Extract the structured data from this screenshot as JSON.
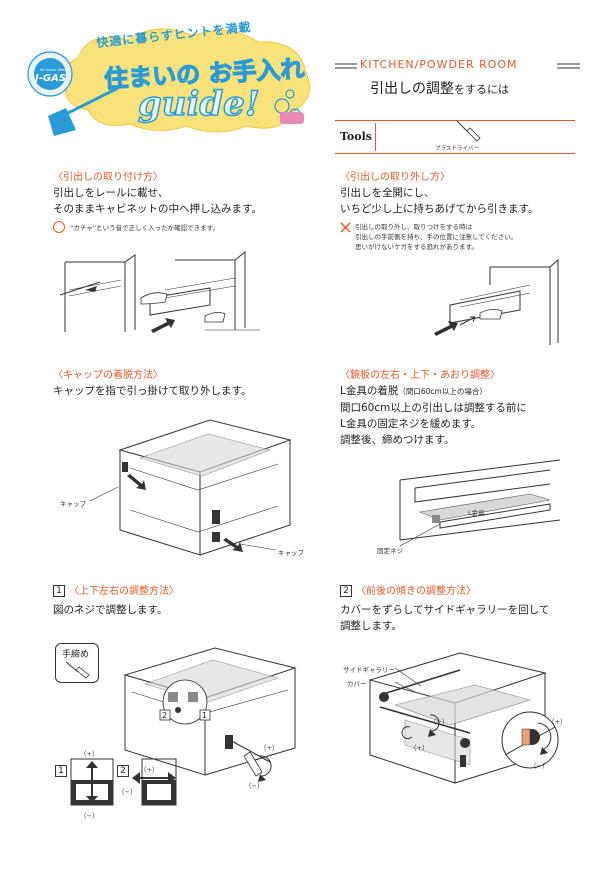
{
  "header": {
    "tagline": "快適に暮らすヒントを満載",
    "title_line1": "住まいの お手入れ",
    "title_line2": "guide!",
    "badge_small": "for future lifestyle",
    "badge_main": "J-GAS",
    "category": "KITCHEN/POWDER ROOM",
    "headline_a": "引出しの調整",
    "headline_b": "をするには"
  },
  "tools": {
    "label": "Tools",
    "item": "プラスドライバー"
  },
  "sections": {
    "attach": {
      "title": "〈引出しの取り付け方〉",
      "line1": "引出しをレールに載せ、",
      "line2": "そのままキャビネットの中へ押し込みます。",
      "note": "“カチャ”という音で正しく入ったか確認できます。"
    },
    "remove": {
      "title": "〈引出しの取り外し方〉",
      "line1": "引出しを全開にし、",
      "line2": "いちど少し上に持ちあげてから引きます。",
      "note1": "引出しの取り外し、取りつけをする時は",
      "note2": "引出しの手前側を持ち、手の位置に注意してください。",
      "note3": "思いがけないケガをする恐れがあります。"
    },
    "cap": {
      "title": "〈キャップの着脱方法〉",
      "line1": "キャップを指で引っ掛けて取り外します。",
      "label_left": "キャップ",
      "label_right": "キャップ"
    },
    "mirror": {
      "title": "〈鏡板の左右・上下・あおり調整〉",
      "line1": "L金具の着脱",
      "line1_small": "（間口60cm以上の場合）",
      "line2": "間口60cm以上の引出しは調整する前に",
      "line3": "L金具の固定ネジを緩めます。",
      "line4": "調整後、締めつけます。",
      "label_bracket": "L金具",
      "label_screw": "固定ネジ"
    },
    "adjust_ud_lr": {
      "num": "1",
      "title": "〈上下左右の調整方法〉",
      "line1": "図のネジで調整します。",
      "tighten": "手締め",
      "plus": "（+）",
      "minus": "（−）",
      "box1": "1",
      "box2": "2"
    },
    "adjust_tilt": {
      "num": "2",
      "title": "〈前後の傾きの調整方法〉",
      "line1": "カバーをずらしてサイドギャラリーを回して",
      "line2": "調整します。",
      "label_gallery": "サイドギャラリー",
      "label_cover": "カバー",
      "plus": "（+）",
      "minus": "（−）"
    }
  },
  "colors": {
    "accent": "#e25a2b",
    "brand_blue": "#2a9bd6",
    "cloud_yellow": "#fbe27a"
  }
}
